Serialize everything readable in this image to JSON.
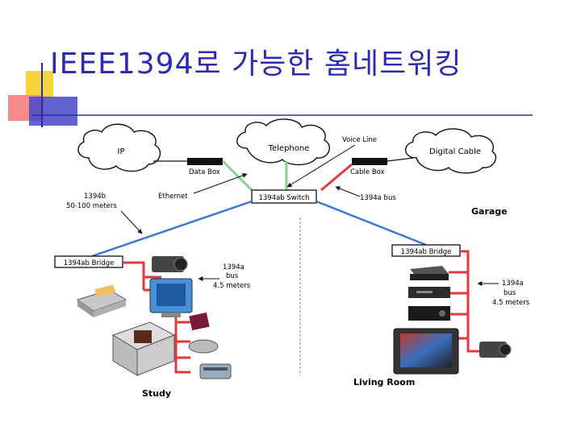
{
  "title": "IEEE1394로 가능한 홈네트워킹",
  "clouds": {
    "ip": "IP",
    "telephone": "Telephone",
    "cable": "Digital Cable"
  },
  "labels": {
    "voice_line": "Voice Line",
    "data_box": "Data Box",
    "cable_box": "Cable Box",
    "ethernet": "Ethernet",
    "switch": "1394ab Switch",
    "bus_1394a": "1394a bus",
    "bus_1394b_l1": "1394b",
    "bus_1394b_l2": "50-100 meters",
    "garage": "Garage",
    "bridge_left": "1394ab Bridge",
    "bridge_right": "1394ab Bridge",
    "left_bus_l1": "1394a",
    "left_bus_l2": "bus",
    "left_bus_l3": "4.5 meters",
    "right_bus_l1": "1394a",
    "right_bus_l2": "bus",
    "right_bus_l3": "4.5 meters",
    "study": "Study",
    "living_room": "Living Room"
  },
  "colors": {
    "title": "#2b2bb0",
    "network_blue": "#3c78d8",
    "bus_red": "#e23a3a",
    "data_green": "#7fd68a",
    "deco_yellow": "#f6d23c",
    "deco_pink": "#f58a8a",
    "deco_blue": "#4646c8"
  }
}
